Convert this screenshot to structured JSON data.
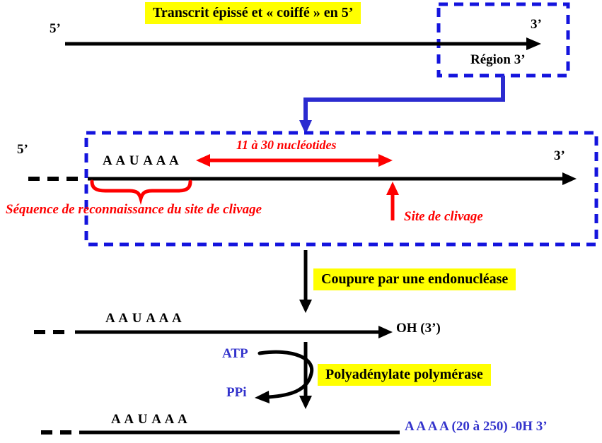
{
  "colors": {
    "yellow_highlight": "#ffff00",
    "red_annotation": "#fe0000",
    "blue_outline": "#1414dd",
    "blue_connector": "#2b2bd0",
    "blue_text": "#3333cc",
    "line_black": "#000000"
  },
  "hexamer": "A A U A A A",
  "top": {
    "title": "Transcrit épissé et « coiffé » en 5’",
    "five_prime": "5’",
    "three_prime": "3’",
    "region_label": "Région 3’"
  },
  "cleavage_box": {
    "five_prime": "5’",
    "three_prime": "3’",
    "distance_label": "11 à 30 nucléotides",
    "recognition_label": "Séquence de reconnaissance du site de clivage",
    "site_label": "Site de clivage"
  },
  "endonuclease": {
    "label": "Coupure par une endonucléase",
    "oh_label": "OH (3’)"
  },
  "polymerase": {
    "atp": "ATP",
    "ppi": "PPi",
    "label": "Polyadénylate polymérase",
    "polya_label": "A A A A (20 à 250) -0H 3’"
  }
}
